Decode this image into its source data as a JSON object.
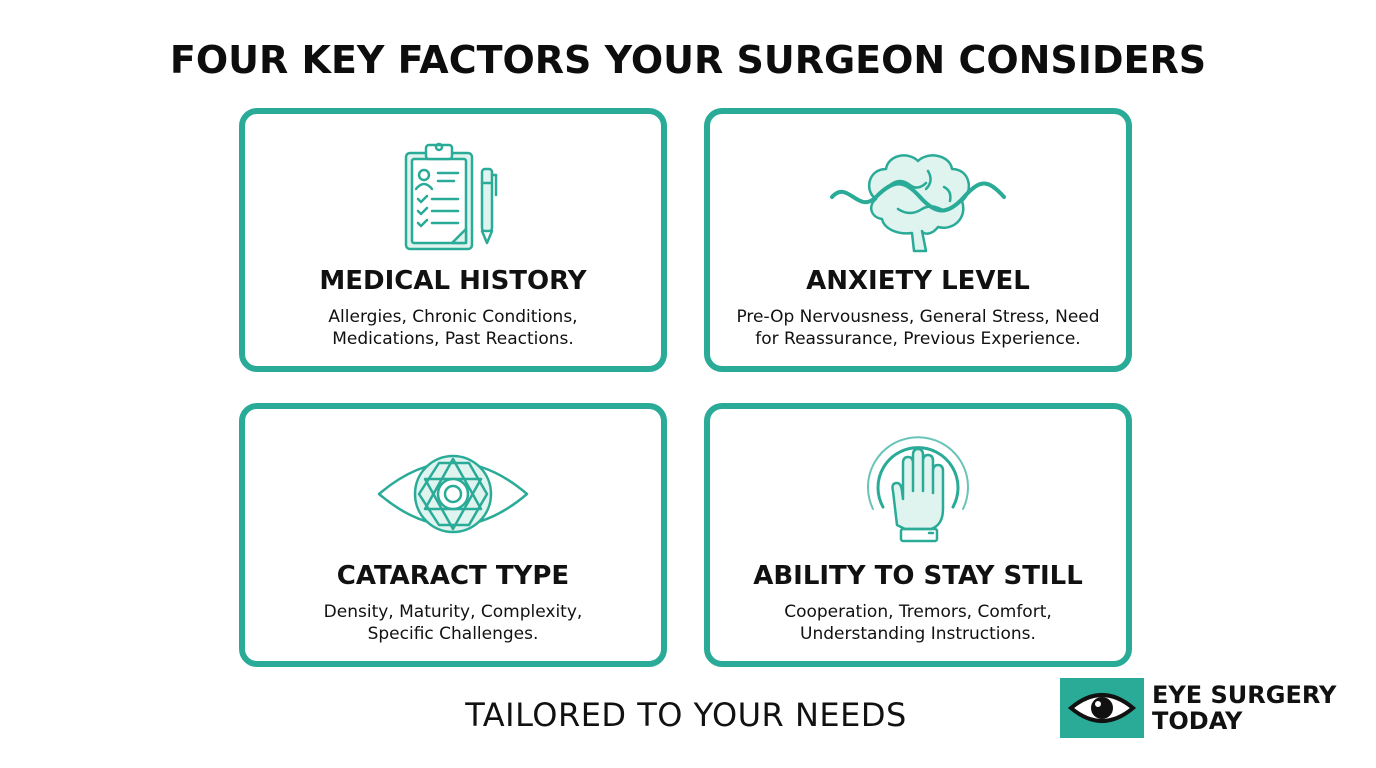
{
  "title": "FOUR KEY FACTORS YOUR SURGEON CONSIDERS",
  "colors": {
    "accent": "#2aab98",
    "text": "#111111",
    "background": "#ffffff"
  },
  "cards": [
    {
      "icon": "clipboard-icon",
      "title": "MEDICAL HISTORY",
      "desc_line1": "Allergies, Chronic Conditions,",
      "desc_line2": "Medications, Past Reactions."
    },
    {
      "icon": "brain-icon",
      "title": "ANXIETY LEVEL",
      "desc_line1": "Pre-Op Nervousness, General Stress, Need",
      "desc_line2": "for Reassurance, Previous Experience."
    },
    {
      "icon": "eye-icon",
      "title": "CATARACT TYPE",
      "desc_line1": "Density, Maturity, Complexity,",
      "desc_line2": "Specific Challenges."
    },
    {
      "icon": "hand-icon",
      "title": "ABILITY TO STAY STILL",
      "desc_line1": "Cooperation, Tremors, Comfort,",
      "desc_line2": "Understanding Instructions."
    }
  ],
  "tagline": "TAILORED TO YOUR NEEDS",
  "logo": {
    "icon": "eye-logo-icon",
    "line1": "EYE SURGERY",
    "line2": "TODAY"
  }
}
